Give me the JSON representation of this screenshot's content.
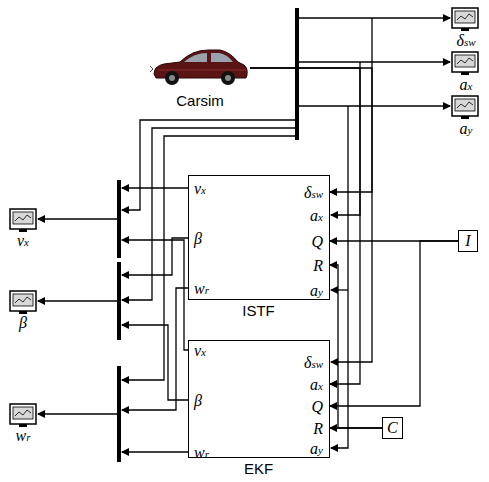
{
  "diagram": {
    "nodes": [
      {
        "text": [
          "Carsim"
        ]
      },
      {
        "text": [
          "vx",
          "β",
          "wr",
          "δsw",
          "ax",
          "Q",
          "R",
          "ay",
          "ISTF"
        ]
      },
      {
        "text": [
          "vx",
          "β",
          "wr",
          "δsw",
          "ax",
          "Q",
          "R",
          "ay",
          "EKF"
        ]
      },
      {
        "text": [
          "I"
        ]
      },
      {
        "text": [
          "C"
        ]
      }
    ],
    "edges": [
      {
        "from": 0,
        "to": 1,
        "arrow": "to"
      },
      {
        "from": 0,
        "to": 2,
        "arrow": "to"
      },
      {
        "from": 3,
        "to": 1,
        "arrow": "to"
      },
      {
        "from": 3,
        "to": 2,
        "arrow": "to"
      },
      {
        "from": 4,
        "to": 2,
        "arrow": "to"
      },
      {
        "from": 4,
        "to": 1,
        "arrow": "to"
      }
    ],
    "labels": [
      "δsw",
      "ax",
      "ay",
      "vx",
      "β",
      "wr"
    ]
  }
}
